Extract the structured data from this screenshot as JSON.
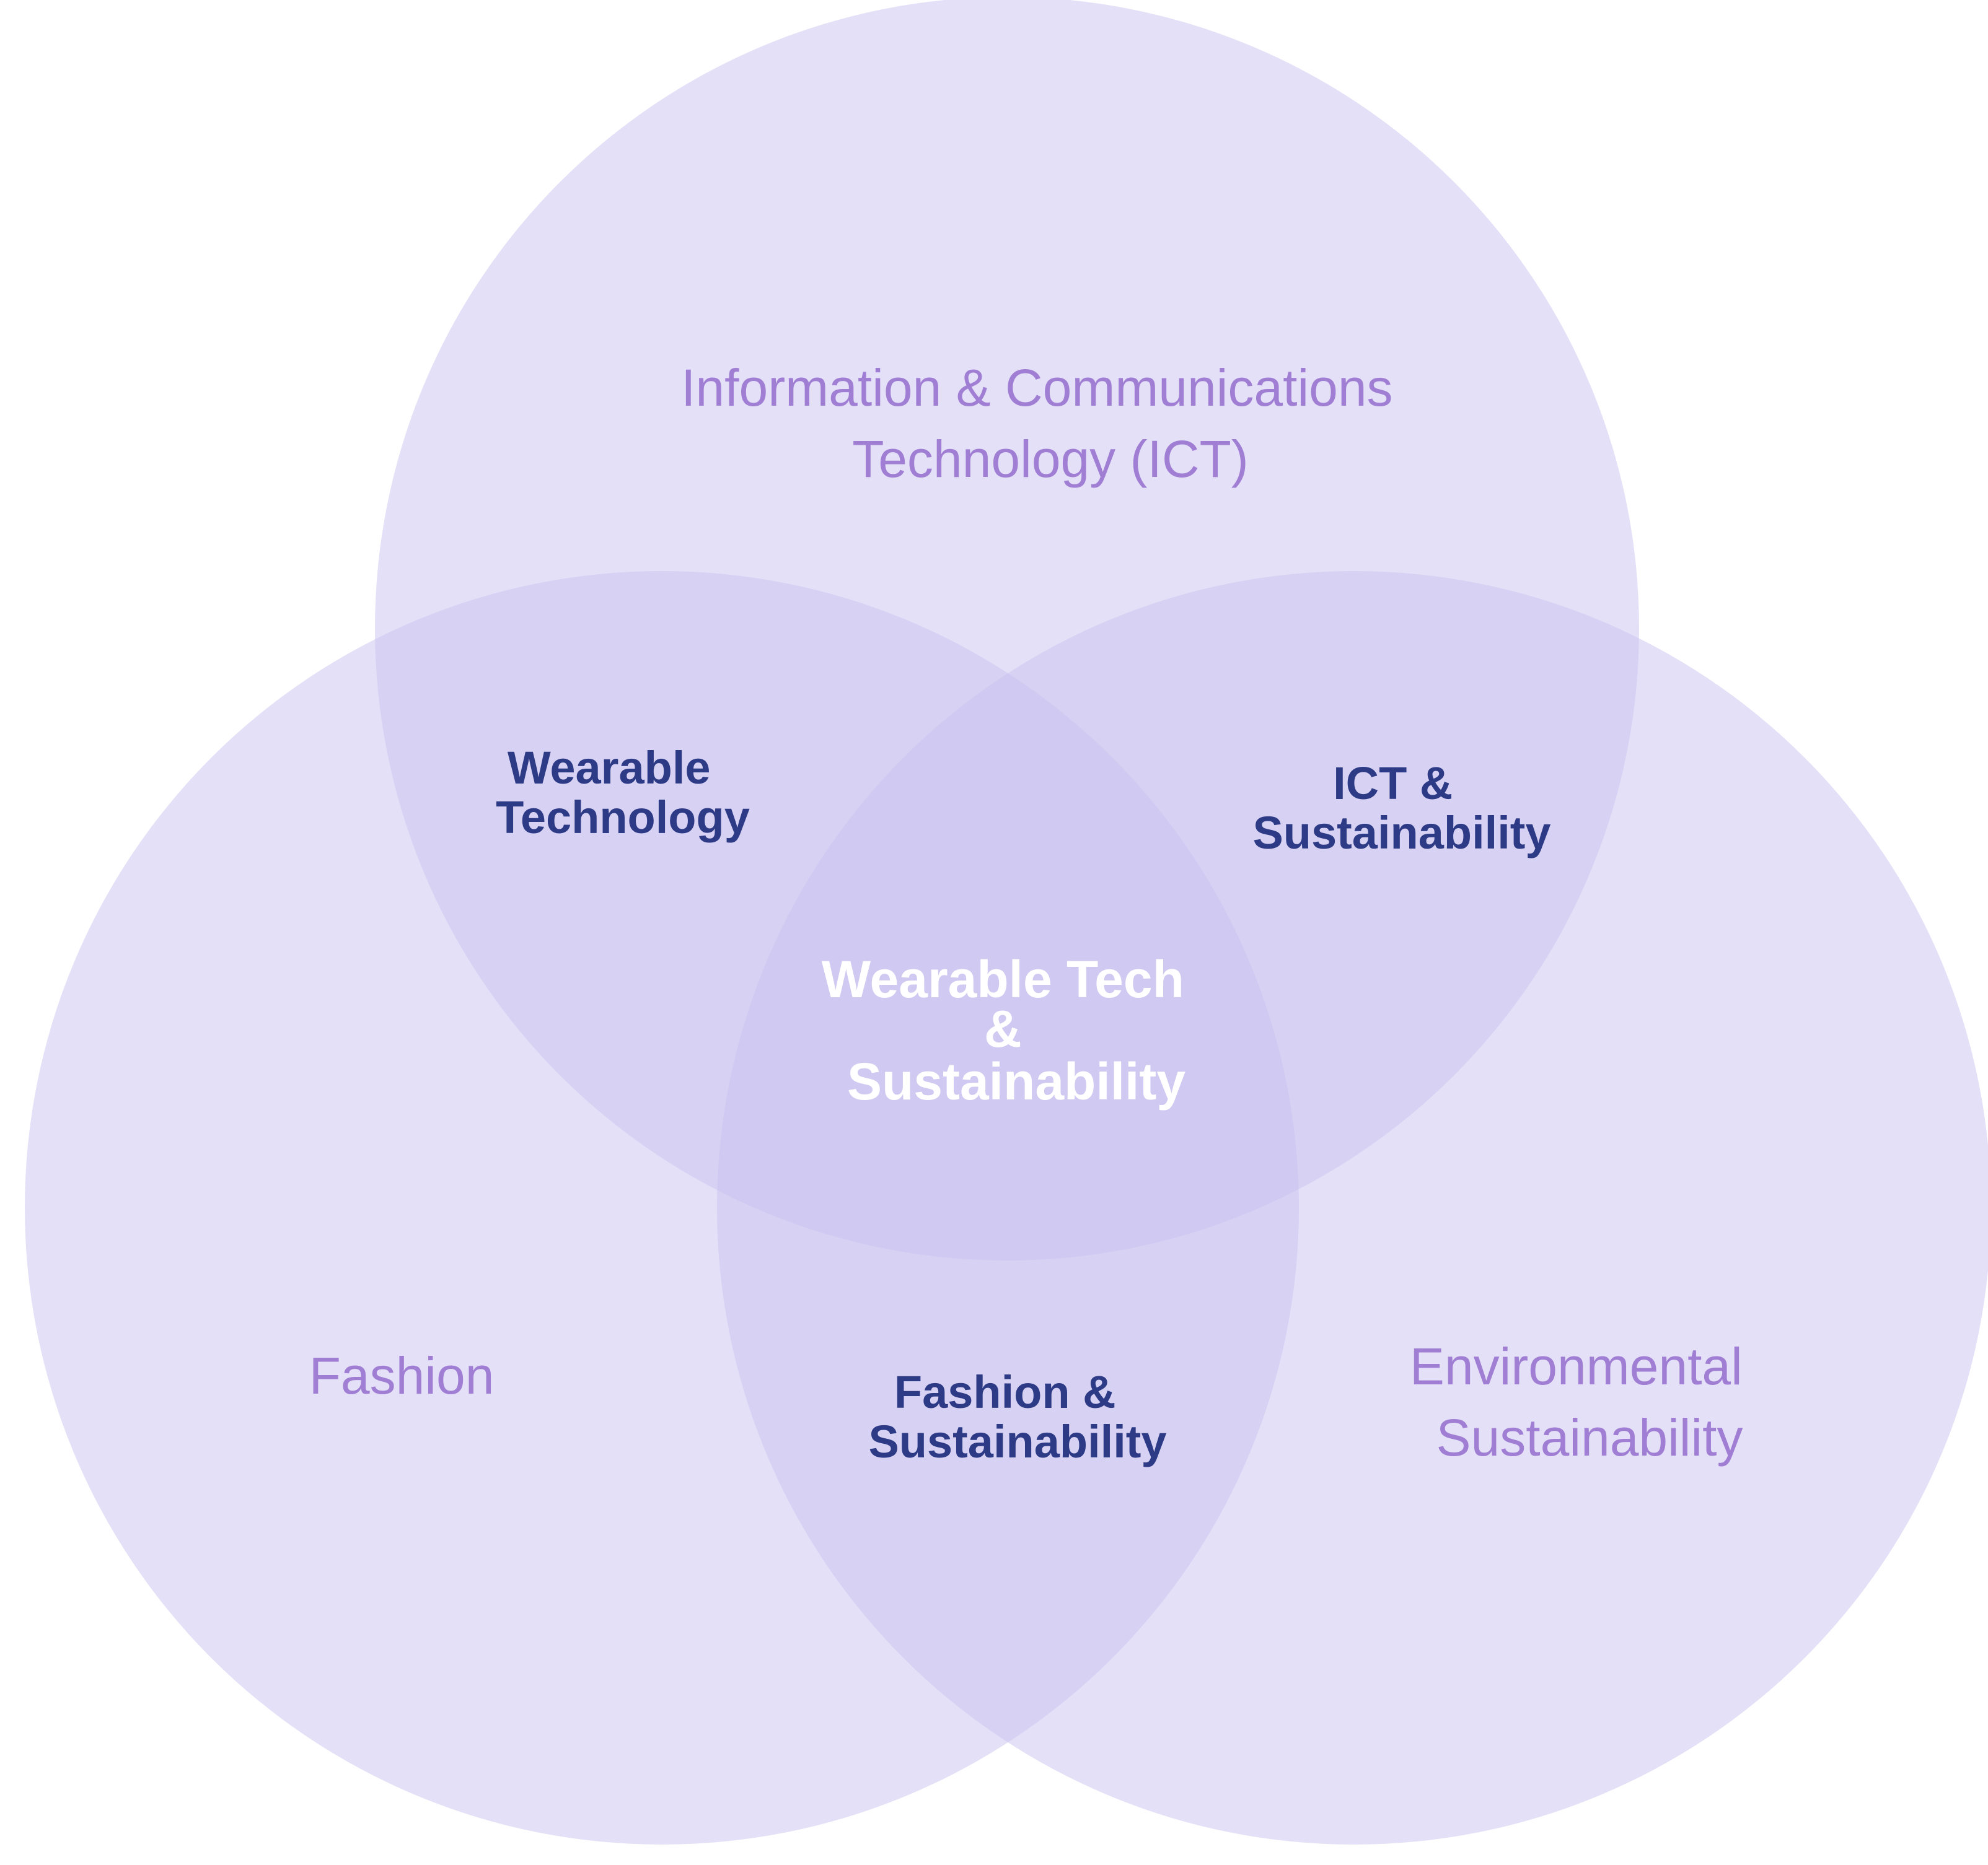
{
  "diagram": {
    "colors": {
      "circle_fill": "#c9c1f0",
      "circle_label": "#a07ed4",
      "overlap_label": "#2d3a85",
      "center_label": "#ffffff"
    },
    "circles": {
      "ict": {
        "label_line1": "Information & Communications",
        "label_line2": "Technology (ICT)"
      },
      "fashion": {
        "label": "Fashion"
      },
      "environment": {
        "label_line1": "Environmental",
        "label_line2": "Sustainability"
      }
    },
    "overlaps": {
      "wearable_technology": {
        "line1": "Wearable",
        "line2": "Technology"
      },
      "ict_sustainability": {
        "line1": "ICT &",
        "line2": "Sustainability"
      },
      "fashion_sustainability": {
        "line1": "Fashion &",
        "line2": "Sustainability"
      },
      "center": {
        "line1": "Wearable Tech",
        "line2": "&",
        "line3": "Sustainability"
      }
    }
  }
}
